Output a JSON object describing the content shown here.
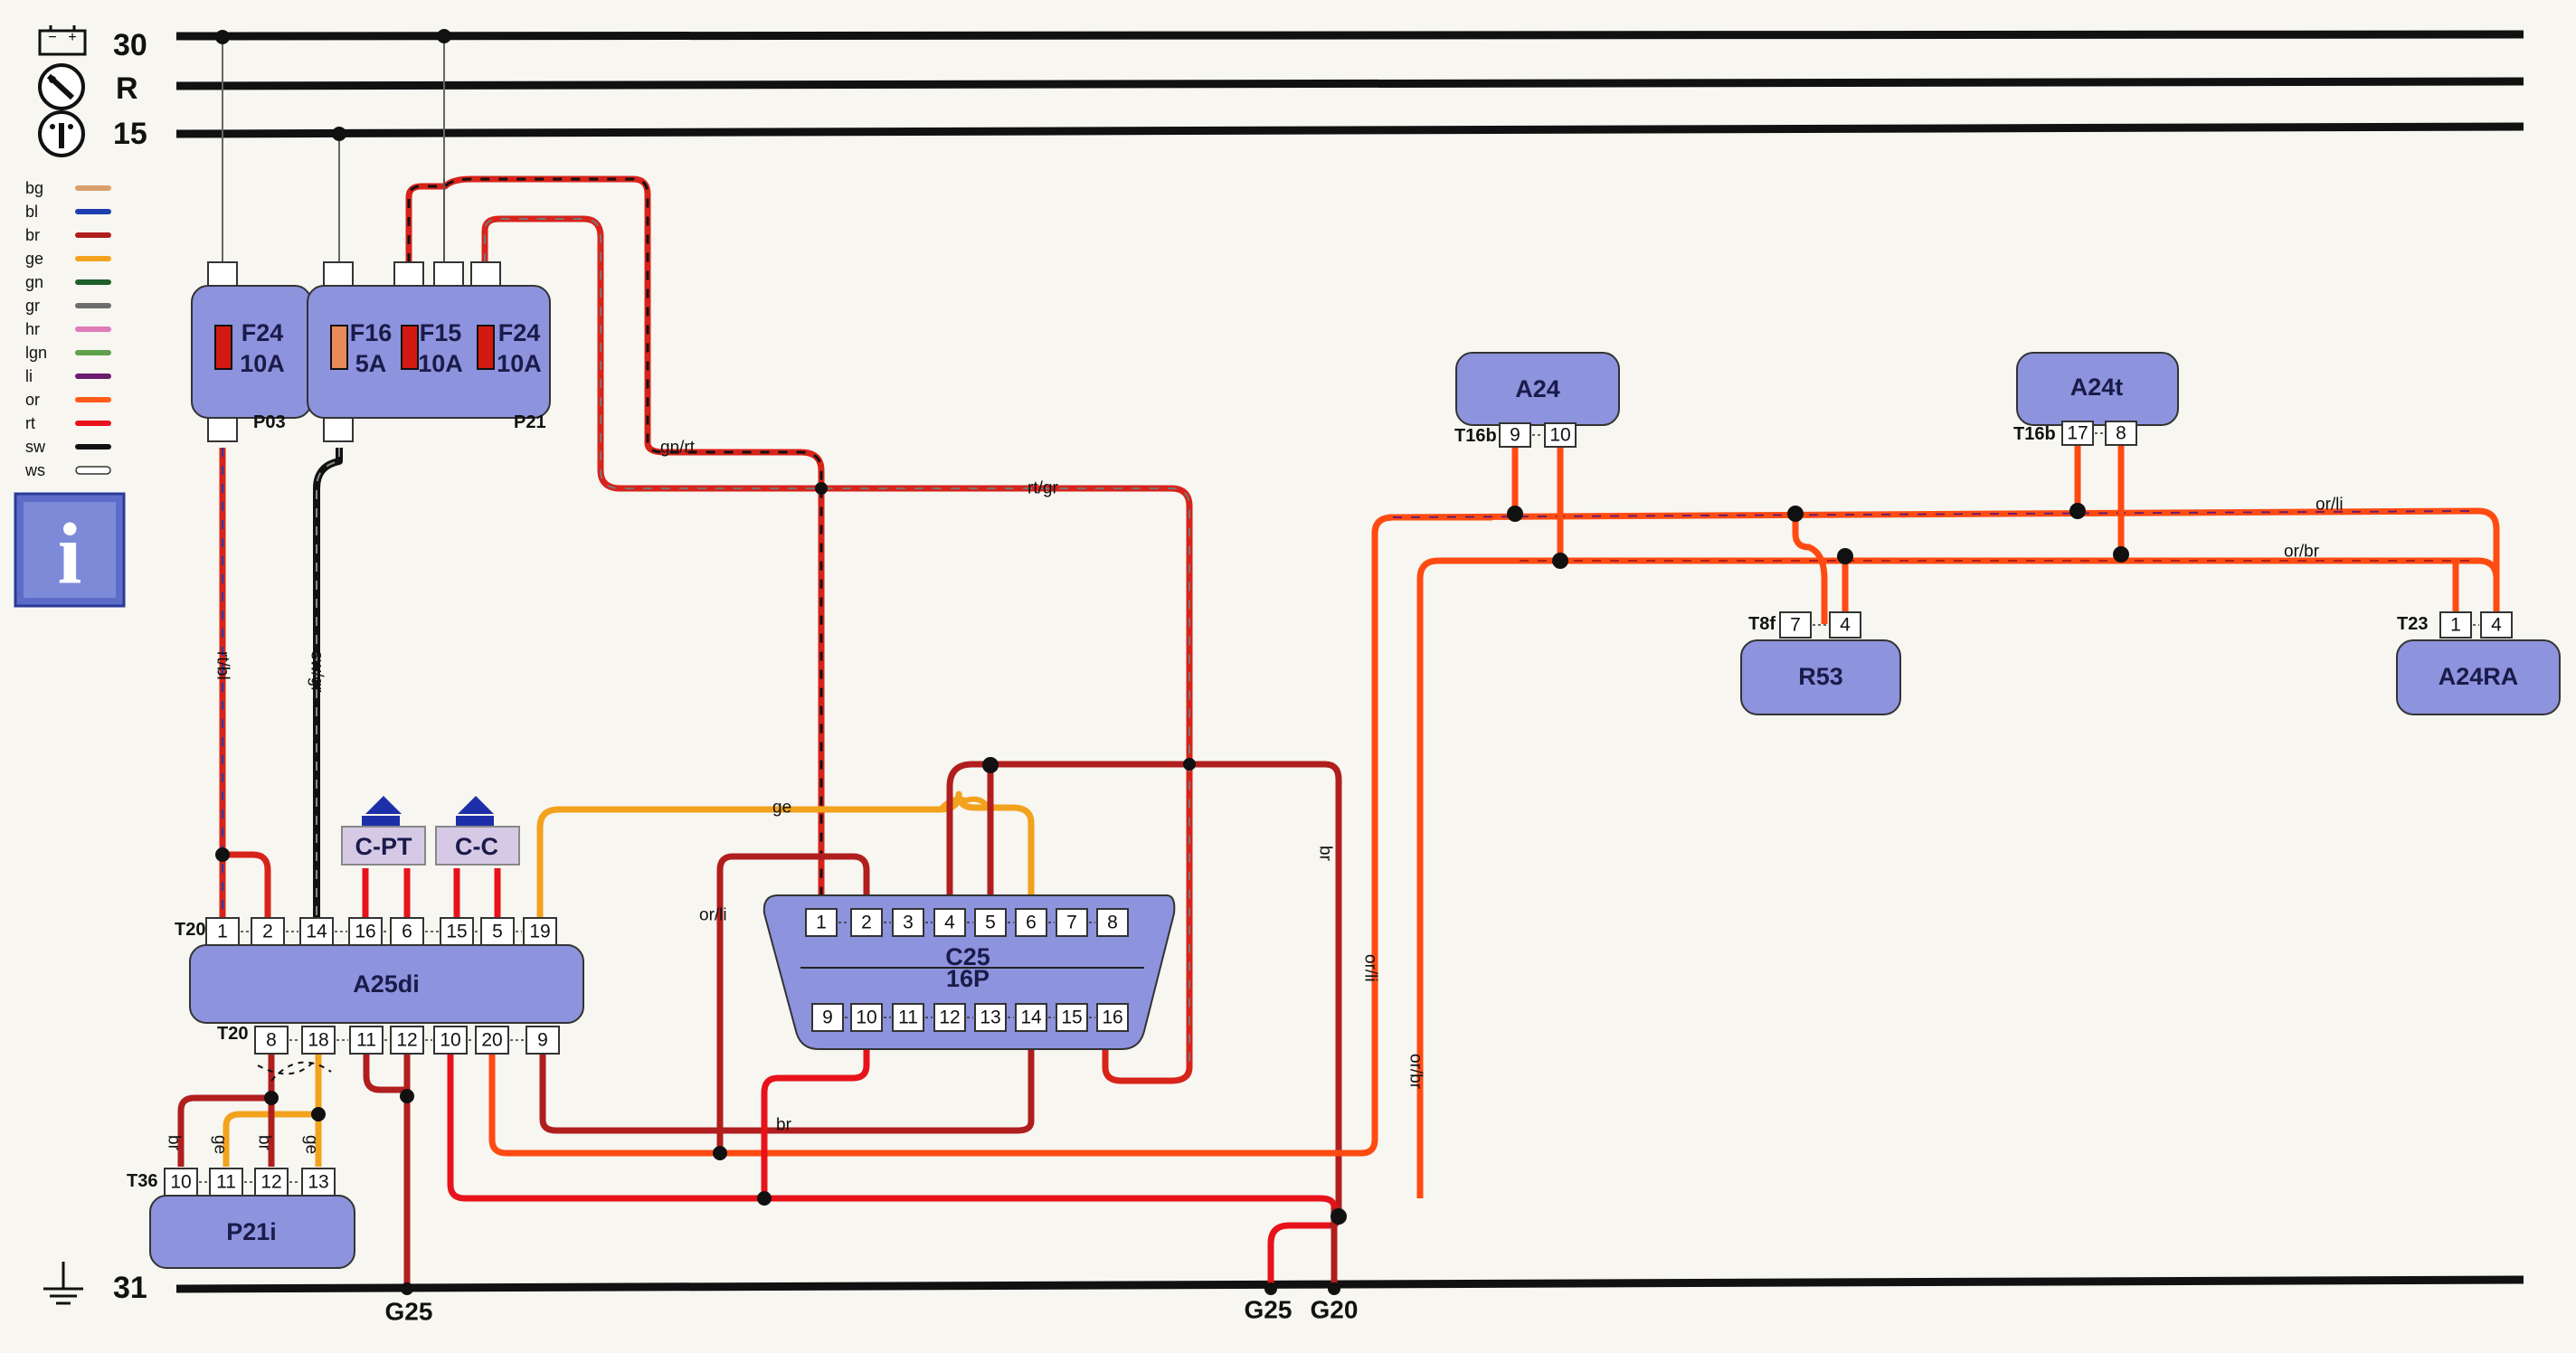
{
  "rails": [
    {
      "label": "30",
      "icon": "battery-icon"
    },
    {
      "label": "R",
      "icon": "ignition-key-icon"
    },
    {
      "label": "15",
      "icon": "ignition-switch-icon"
    },
    {
      "label": "31",
      "icon": "ground-icon"
    }
  ],
  "legend": [
    {
      "code": "bg",
      "color": "#d9a06b"
    },
    {
      "code": "bl",
      "color": "#1d3fb0"
    },
    {
      "code": "br",
      "color": "#b01e1e"
    },
    {
      "code": "ge",
      "color": "#f2a21c"
    },
    {
      "code": "gn",
      "color": "#1e5e2a"
    },
    {
      "code": "gr",
      "color": "#6d6d6d"
    },
    {
      "code": "hr",
      "color": "#e07ab8"
    },
    {
      "code": "lgn",
      "color": "#5fa04a"
    },
    {
      "code": "li",
      "color": "#6a1c6e"
    },
    {
      "code": "or",
      "color": "#ff5a1a"
    },
    {
      "code": "rt",
      "color": "#e8121a"
    },
    {
      "code": "sw",
      "color": "#111111"
    },
    {
      "code": "ws",
      "color": "#ffffff"
    }
  ],
  "info_button": {
    "label": "i"
  },
  "fuse_boxes": {
    "P03": {
      "label": "P03",
      "fuses": [
        {
          "name": "F24",
          "rating": "10A"
        }
      ]
    },
    "P21": {
      "label": "P21",
      "fuses": [
        {
          "name": "F16",
          "rating": "5A"
        },
        {
          "name": "F15",
          "rating": "10A"
        },
        {
          "name": "F24",
          "rating": "10A"
        }
      ]
    }
  },
  "components": {
    "A25di": {
      "label": "A25di",
      "connector": "T20",
      "top_pins": [
        "1",
        "2",
        "14",
        "16",
        "6",
        "15",
        "5",
        "19"
      ],
      "bottom_pins": [
        "8",
        "18",
        "11",
        "12",
        "10",
        "20",
        "9"
      ]
    },
    "C25": {
      "label": "C25",
      "sublabel": "16P",
      "top_pins": [
        "1",
        "2",
        "3",
        "4",
        "5",
        "6",
        "7",
        "8"
      ],
      "bottom_pins": [
        "9",
        "10",
        "11",
        "12",
        "13",
        "14",
        "15",
        "16"
      ]
    },
    "P21i": {
      "label": "P21i",
      "connector": "T36",
      "pins": [
        "10",
        "11",
        "12",
        "13"
      ]
    },
    "A24": {
      "label": "A24",
      "connector": "T16b",
      "pins": [
        "9",
        "10"
      ]
    },
    "A24t": {
      "label": "A24t",
      "connector": "T16b",
      "pins": [
        "17",
        "8"
      ]
    },
    "R53": {
      "label": "R53",
      "connector": "T8f",
      "pins": [
        "7",
        "4"
      ]
    },
    "A24RA": {
      "label": "A24RA",
      "connector": "T23",
      "pins": [
        "1",
        "4"
      ]
    }
  },
  "reference_tags": [
    "C-PT",
    "C-C"
  ],
  "wire_labels": {
    "rt_bl": "rt/bl",
    "sw_gr": "sw/gr",
    "gn_rt": "gn/rt",
    "rt_gr": "rt/gr",
    "ge": "ge",
    "or_li_left": "or/li",
    "br_mid": "br",
    "br_right": "br",
    "or_li_vertical": "or/li",
    "or_br_vertical": "or/br",
    "or_li_bus": "or/li",
    "or_br_bus": "or/br",
    "br_p21i_a": "br",
    "ge_p21i_b": "ge",
    "br_p21i_c": "br",
    "ge_p21i_d": "ge"
  },
  "grounds": [
    "G25",
    "G25",
    "G20"
  ]
}
